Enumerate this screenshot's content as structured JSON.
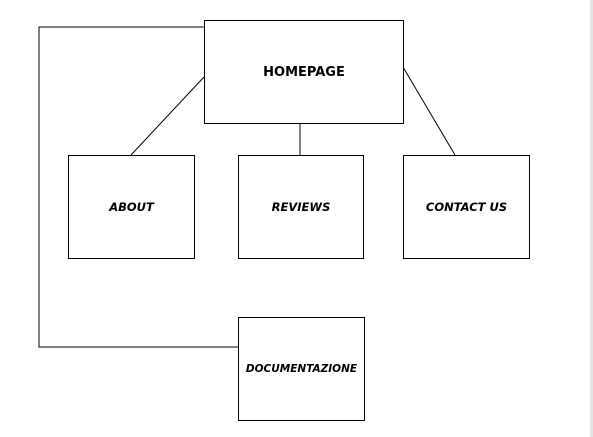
{
  "diagram": {
    "root": {
      "label": "HOMEPAGE"
    },
    "children": [
      {
        "label": "ABOUT"
      },
      {
        "label": "REVIEWS"
      },
      {
        "label": "CONTACT US"
      },
      {
        "label": "DOCUMENTAZIONE"
      }
    ]
  }
}
